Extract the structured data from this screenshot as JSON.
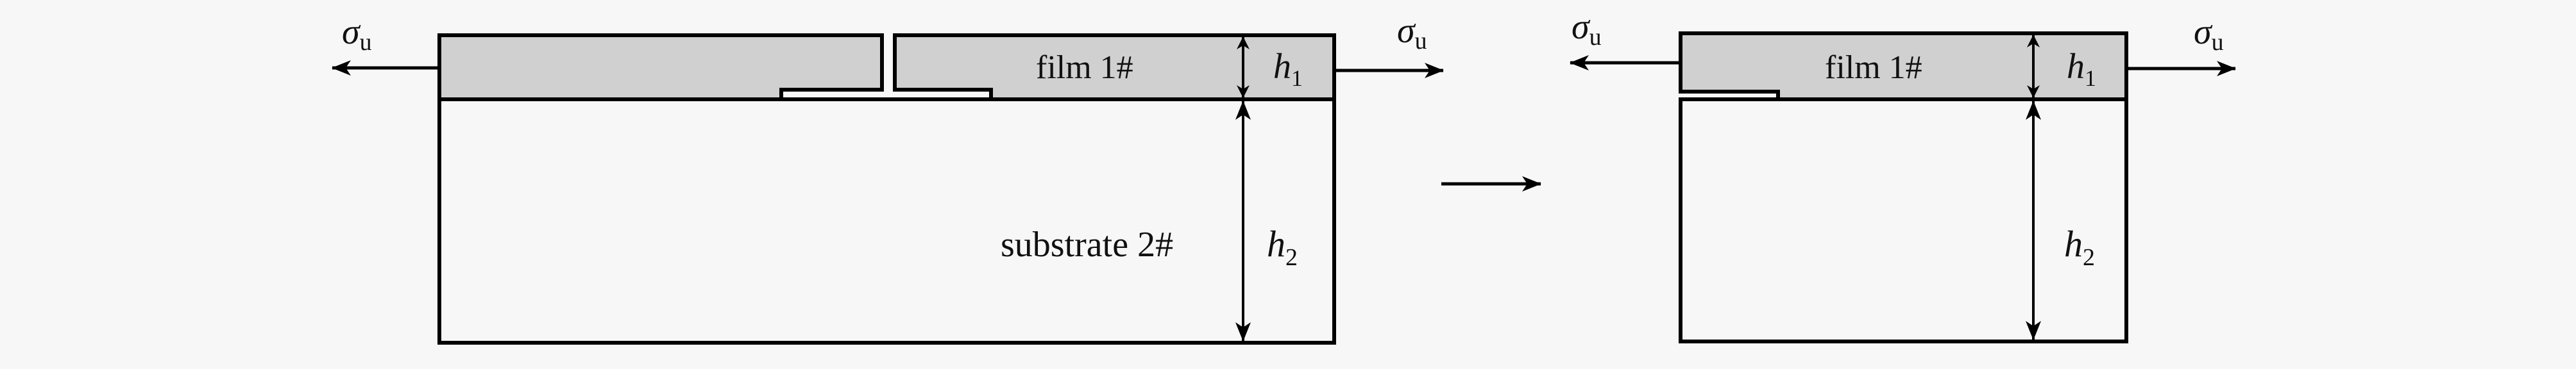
{
  "colors": {
    "background": "#f7f7f7",
    "film_fill": "#d0d0d0",
    "substrate_fill": "#f7f7f7",
    "stroke": "#000000"
  },
  "left_diagram": {
    "film_label": "film 1#",
    "substrate_label": "substrate 2#",
    "h1_symbol": "h",
    "h1_subscript": "1",
    "h2_symbol": "h",
    "h2_subscript": "2",
    "stress_left_symbol": "σ",
    "stress_left_subscript": "u",
    "stress_right_symbol": "σ",
    "stress_right_subscript": "u",
    "film_state": "cracked"
  },
  "transition_arrow": "arrow-right",
  "right_diagram": {
    "film_label": "film 1#",
    "h1_symbol": "h",
    "h1_subscript": "1",
    "h2_symbol": "h",
    "h2_subscript": "2",
    "stress_left_symbol": "σ",
    "stress_left_subscript": "u",
    "stress_right_symbol": "σ",
    "stress_right_subscript": "u",
    "film_state": "debonded edge"
  }
}
